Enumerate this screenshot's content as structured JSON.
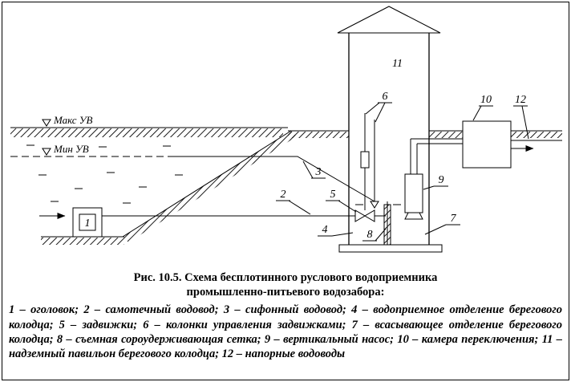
{
  "figure": {
    "caption": {
      "line1": "Рис. 10.5. Схема бесплотинного руслового водоприемника",
      "line2": "промышленно-питьевого водозабора:"
    },
    "legend": "1 – оголовок; 2 – самотечный водовод; 3 – сифонный водовод; 4 – водоприемное отделение берегового колодца; 5 – задвижки; 6 – колонки управления задвижками; 7 – всасывающее отделение берегового колодца; 8 – съемная сороудерживающая сетка; 9 – вертикальный насос; 10 – камера переключения; 11 – надземный павильон берегового колодца; 12 – напорные водоводы"
  },
  "diagram": {
    "water_levels": {
      "max": "Макс УВ",
      "min": "Мин УВ"
    },
    "callouts": {
      "n1": "1",
      "n2": "2",
      "n3": "3",
      "n4": "4",
      "n5": "5",
      "n6": "6",
      "n7": "7",
      "n8": "8",
      "n9": "9",
      "n10": "10",
      "n11": "11",
      "n12": "12"
    }
  }
}
